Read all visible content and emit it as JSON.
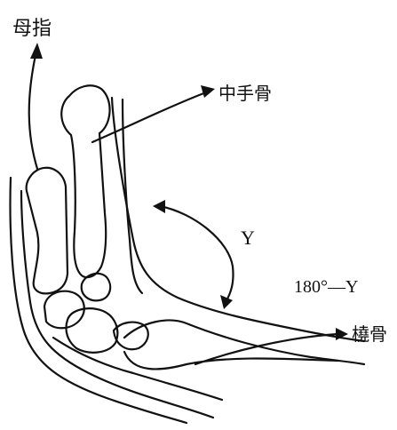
{
  "labels": {
    "thumb": "母指",
    "metacarpal": "中手骨",
    "angle_y": "Y",
    "angle_complement": "180°—Y",
    "radius": "橈骨"
  }
}
